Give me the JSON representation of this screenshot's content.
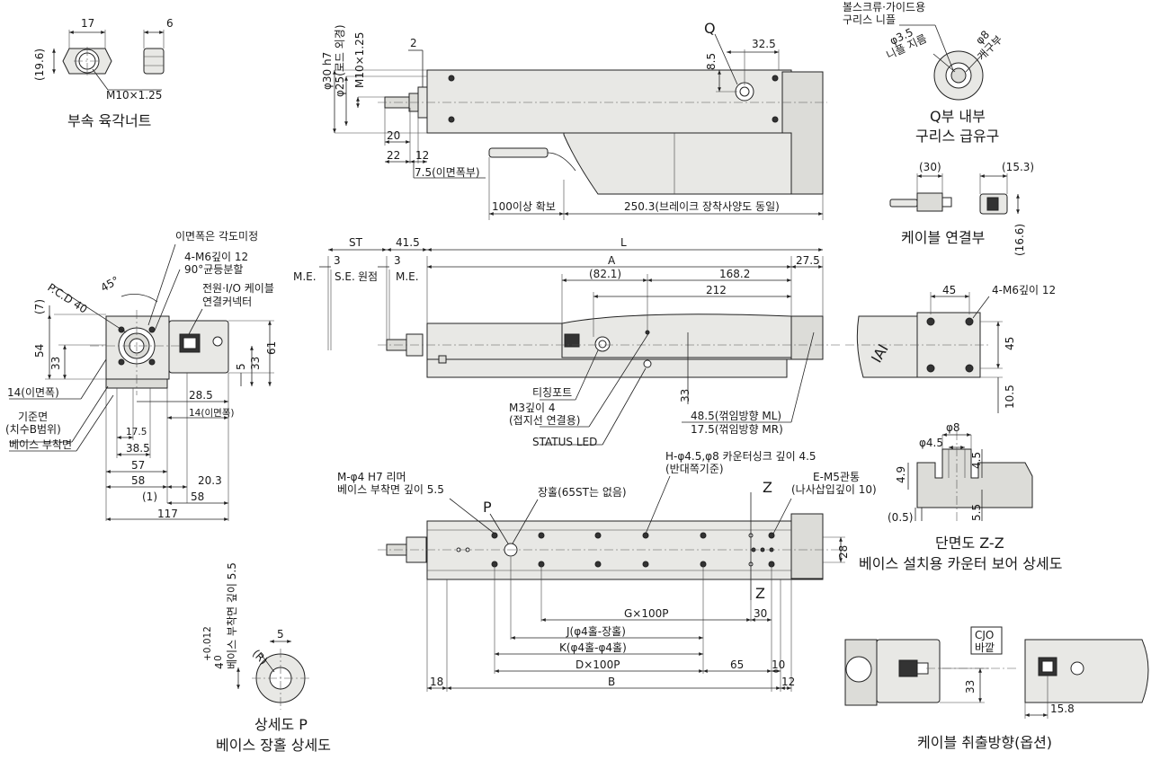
{
  "labels": {
    "nut_17": "17",
    "nut_6": "6",
    "nut_196": "(19.6)",
    "nut_thread": "M10×1.25",
    "nut_title": "부속 육각너트",
    "top_phi30": "φ30 h7",
    "top_phi25": "φ25(로드 외경)",
    "top_m10": "M10×1.25",
    "top_2": "2",
    "top_q": "Q",
    "top_325": "32.5",
    "top_85": "8.5",
    "top_20": "20",
    "top_22": "22",
    "top_12": "12",
    "top_75": "7.5(이면폭부)",
    "top_100": "100이상 확보",
    "top_2503": "250.3(브레이크 장착사양도 동일)",
    "q_bolt": "볼스크류·가이드용",
    "q_nipple": "구리스 니플",
    "q_phi35": "φ3.5",
    "q_nipdia": "니플 지름",
    "q_phi8": "φ8",
    "q_open": "개구부",
    "q_title1": "Q부 내부",
    "q_title2": "구리스 급유구",
    "cable_30": "(30)",
    "cable_153": "(15.3)",
    "cable_166": "(16.6)",
    "cable_title": "케이블 연결부",
    "end_angle": "이면폭은 각도미정",
    "end_m6": "4-M6깊이 12",
    "end_90": "90°균등분할",
    "end_45": "45°",
    "end_pcd": "P.C.D 40",
    "end_conn1": "전원·I/O 케이블",
    "end_conn2": "연결커넥터",
    "end_7": "(7)",
    "end_54": "54",
    "end_33": "33",
    "end_14": "14(이면폭)",
    "end_ref1": "기준면",
    "end_ref2": "(치수B범위)",
    "end_base": "베이스 부착면",
    "end_175": "17.5",
    "end_385": "38.5",
    "end_57": "57",
    "end_58a": "58",
    "end_1": "(1)",
    "end_58b": "58",
    "end_117": "117",
    "end_285": "28.5",
    "end_14b": "14(이면폭)",
    "end_203": "20.3",
    "end_5": "5",
    "end_33b": "33",
    "end_61": "61",
    "mid_st": "ST",
    "mid_415": "41.5",
    "mid_l": "L",
    "mid_me": "M.E.",
    "mid_3a": "3",
    "mid_se": "S.E.",
    "mid_origin": "원점",
    "mid_3b": "3",
    "mid_me2": "M.E.",
    "mid_a": "A",
    "mid_275": "27.5",
    "mid_821": "(82.1)",
    "mid_1682": "168.2",
    "mid_212": "212",
    "mid_33": "33",
    "mid_tipping": "티칭포트",
    "mid_m3a": "M3깊이 4",
    "mid_m3b": "(접지선 연결용)",
    "mid_led": "STATUS LED",
    "mid_485": "48.5(꺾임방향 ML)",
    "mid_175": "17.5(꺾임방향 MR)",
    "flange_45": "45",
    "flange_m6": "4-M6깊이 12",
    "flange_45b": "45",
    "flange_105": "10.5",
    "flange_logo": "IAI",
    "bot_h": "H-φ4.5,φ8 카운터싱크 깊이 4.5",
    "bot_h2": "(반대쪽기준)",
    "bot_m1": "M-φ4 H7 리머",
    "bot_m2": "베이스 부착면 깊이 5.5",
    "bot_slot": "장홀(65ST는 없음)",
    "bot_e1": "E-M5관통",
    "bot_e2": "(나사삽입깊이 10)",
    "bot_p": "P",
    "bot_z1": "Z",
    "bot_z2": "Z",
    "bot_28": "28",
    "bot_g": "G×100P",
    "bot_30": "30",
    "bot_j": "J(φ4홀-장홀)",
    "bot_k": "K(φ4홀-φ4홀)",
    "bot_d": "D×100P",
    "bot_65": "65",
    "bot_10": "10",
    "bot_18": "18",
    "bot_b": "B",
    "bot_12": "12",
    "zz_phi8": "φ8",
    "zz_phi45": "φ4.5",
    "zz_49": "4.9",
    "zz_45": "4.5",
    "zz_05": "(0.5)",
    "zz_55": "5.5",
    "zz_title1": "단면도 Z-Z",
    "zz_title2": "베이스 설치용 카운터 보어 상세도",
    "p_5": "5",
    "p_r": "(R)",
    "p_depth": "베이스 부착면 깊이 5.5",
    "p_tol": "4",
    "p_tol_sup": "+0.012",
    "p_tol_sub": "0",
    "p_title1": "상세도 P",
    "p_title2": "베이스 장홀 상세도",
    "cjo_1": "CJO",
    "cjo_2": "바깥",
    "cjo_33": "33",
    "cjo_158": "15.8",
    "cjo_title": "케이블 취출방향(옵션)"
  },
  "colors": {
    "body": "#e8e8e5",
    "line": "#222222"
  }
}
